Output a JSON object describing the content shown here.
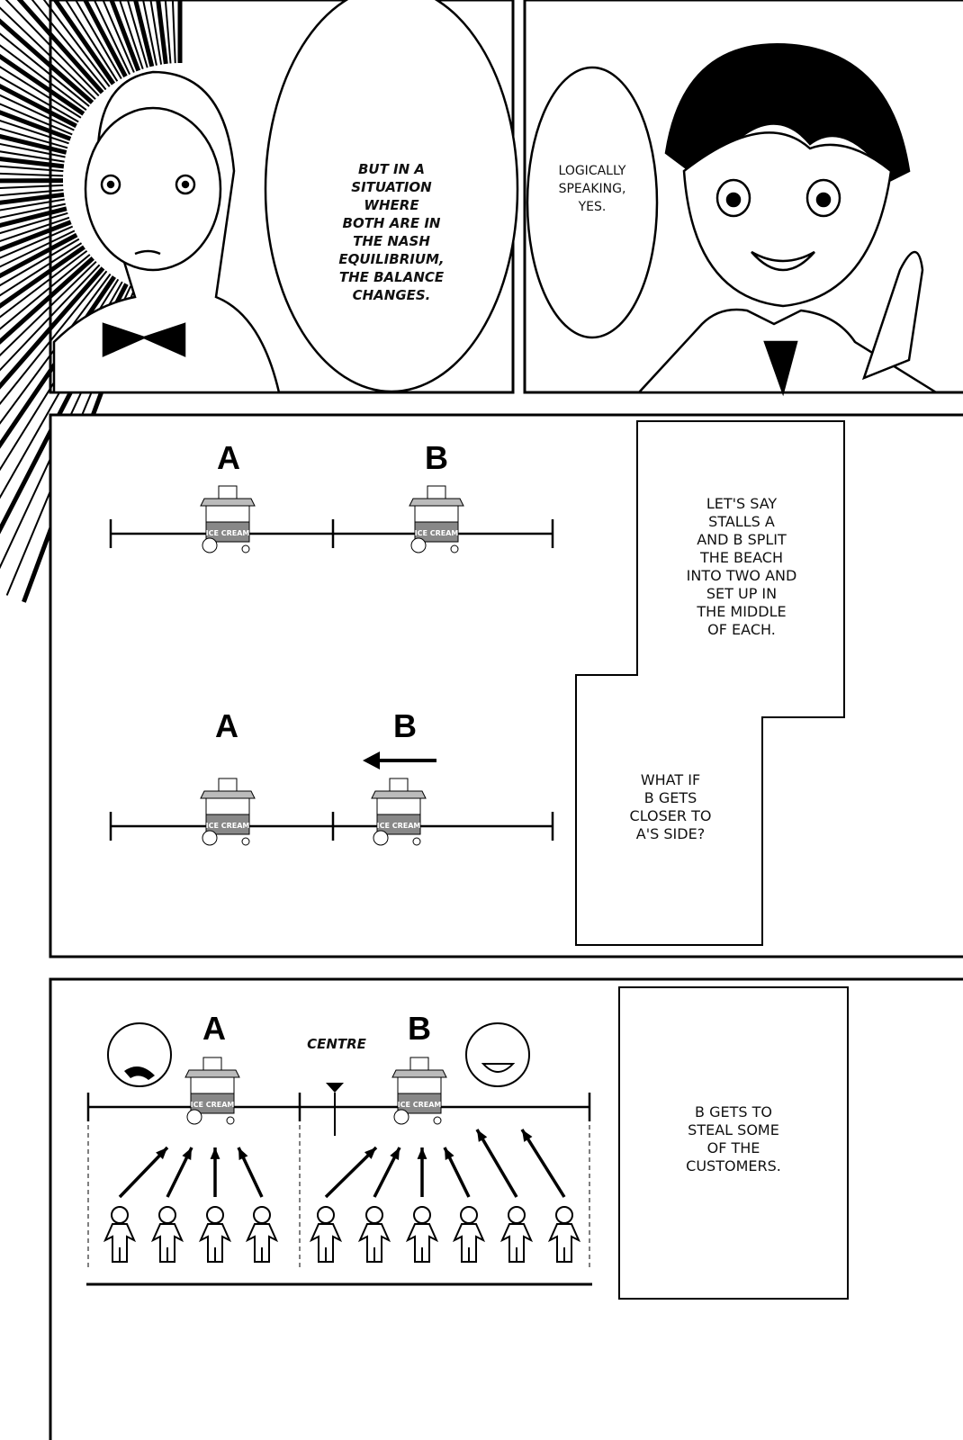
{
  "panel1": {
    "speech": "BUT IN A\nSITUATION\nWHERE\nBOTH ARE IN\nTHE NASH\nEQUILIBRIUM,\nTHE BALANCE\nCHANGES."
  },
  "panel2": {
    "speech": "LOGICALLY\nSPEAKING,\nYES."
  },
  "panel3": {
    "row1_labels": [
      "A",
      "B"
    ],
    "row2_labels": [
      "A",
      "B"
    ],
    "cart_sign": "ICE CREAM",
    "narration_1": "LET'S SAY\nSTALLS A\nAND B SPLIT\nTHE BEACH\nINTO TWO AND\nSET UP IN\nTHE MIDDLE\nOF EACH.",
    "narration_2": "WHAT IF\nB GETS\nCLOSER TO\nA'S SIDE?"
  },
  "panel4": {
    "labels": [
      "A",
      "B"
    ],
    "centre_label": "CENTRE",
    "narration": "B GETS TO\nSTEAL SOME\nOF THE\nCUSTOMERS.",
    "customers_a": 4,
    "customers_b": 6
  }
}
